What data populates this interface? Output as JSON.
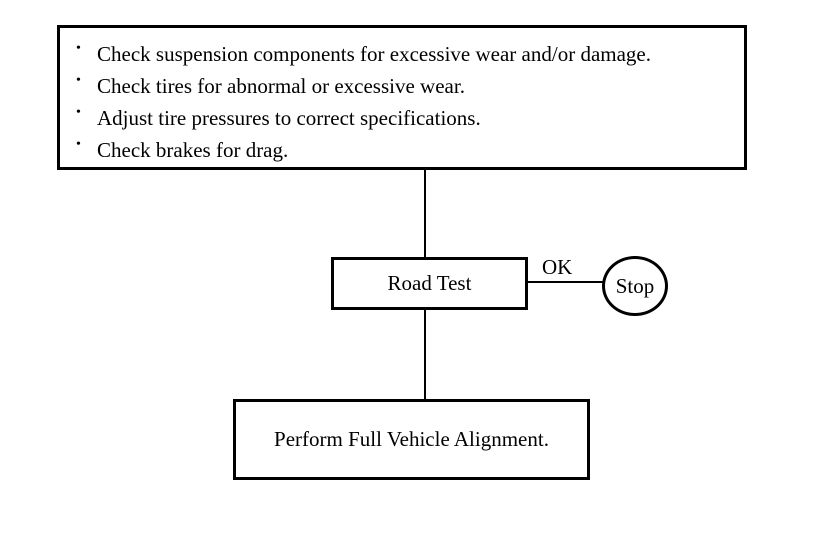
{
  "checklist": {
    "bullet": "•",
    "items": [
      "Check suspension components for excessive wear and/or damage.",
      "Check tires for abnormal or excessive wear.",
      "Adjust tire pressures to correct specifications.",
      "Check brakes for drag."
    ]
  },
  "road_test": {
    "label": "Road Test"
  },
  "ok_branch": {
    "label": "OK"
  },
  "stop": {
    "label": "Stop"
  },
  "alignment": {
    "label": "Perform Full Vehicle Alignment."
  }
}
